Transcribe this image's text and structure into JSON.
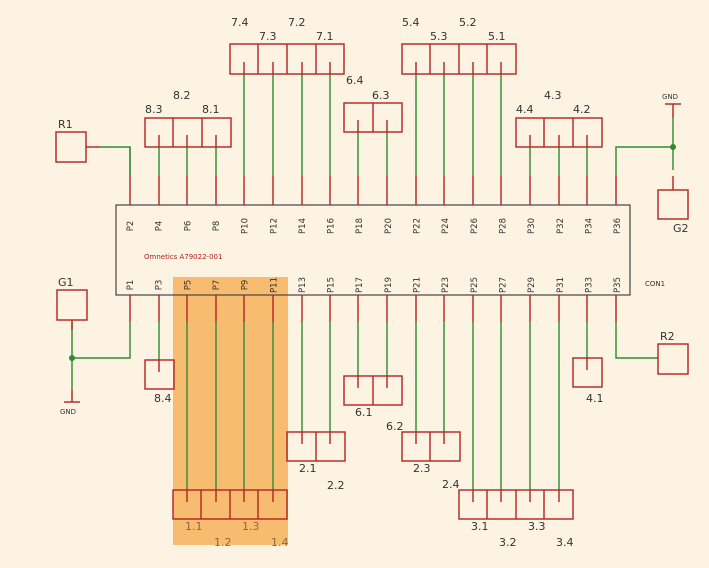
{
  "connector": {
    "ref": "CON1",
    "part_name": "Omnetics A79022-001",
    "top_pins": [
      "P2",
      "P4",
      "P6",
      "P8",
      "P10",
      "P12",
      "P14",
      "P16",
      "P18",
      "P20",
      "P22",
      "P24",
      "P26",
      "P28",
      "P30",
      "P32",
      "P34",
      "P36"
    ],
    "bottom_pins": [
      "P1",
      "P3",
      "P5",
      "P7",
      "P9",
      "P11",
      "P13",
      "P15",
      "P17",
      "P19",
      "P21",
      "P23",
      "P25",
      "P27",
      "P29",
      "P31",
      "P33",
      "P35"
    ]
  },
  "labels": {
    "r1": "R1",
    "r2": "R2",
    "g1": "G1",
    "g2": "G2",
    "gnd_left": "GND",
    "gnd_right": "GND",
    "l74": "7.4",
    "l72": "7.2",
    "l73": "7.3",
    "l71": "7.1",
    "l54": "5.4",
    "l52": "5.2",
    "l53": "5.3",
    "l51": "5.1",
    "l64": "6.4",
    "l63": "6.3",
    "l83": "8.3",
    "l82": "8.2",
    "l81": "8.1",
    "l44": "4.4",
    "l43": "4.3",
    "l42": "4.2",
    "l84": "8.4",
    "l41": "4.1",
    "l61": "6.1",
    "l62": "6.2",
    "l21": "2.1",
    "l22": "2.2",
    "l23": "2.3",
    "l24": "2.4",
    "l11": "1.1",
    "l12": "1.2",
    "l13": "1.3",
    "l14": "1.4",
    "l31": "3.1",
    "l32": "3.2",
    "l33": "3.3",
    "l34": "3.4"
  },
  "colors": {
    "background": "#fdf3e3",
    "component_outline": "#b22222",
    "wire": "#2e8b2e",
    "highlight": "#f7b25c"
  }
}
